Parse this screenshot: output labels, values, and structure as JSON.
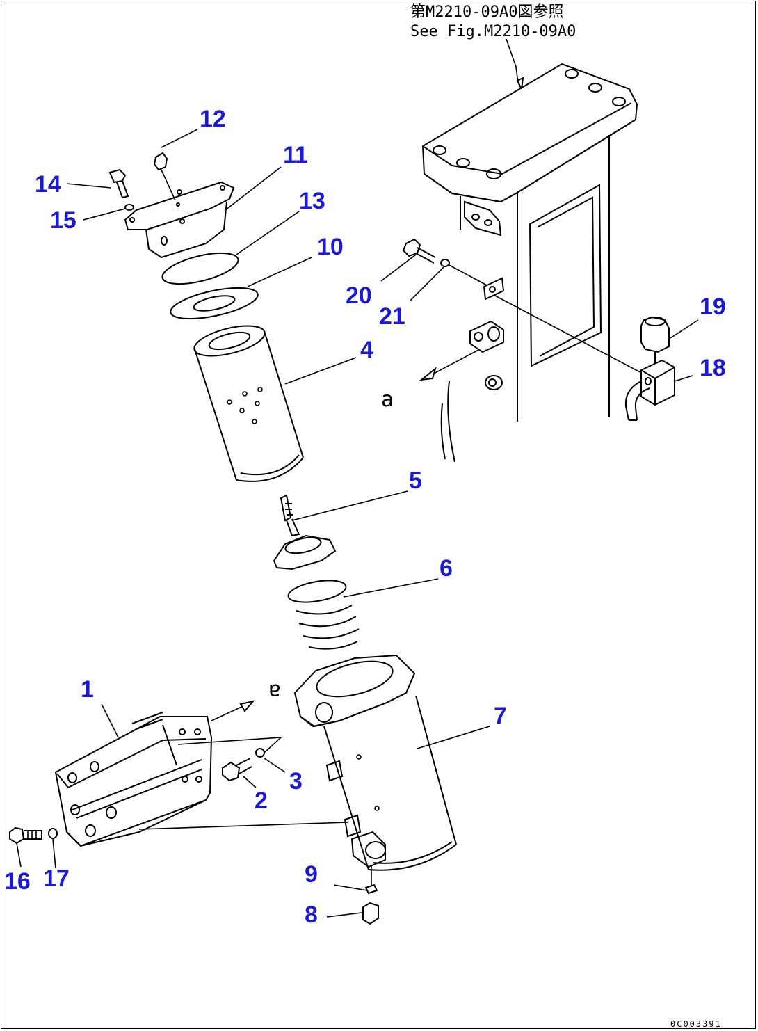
{
  "reference": {
    "line_jp": "第M2210-09A0図参照",
    "line_en": "See Fig.M2210-09A0"
  },
  "view_marker_top": "a",
  "view_marker_bottom": "a",
  "drawing_code": "0C003391",
  "callouts": [
    {
      "id": "1",
      "label": "1"
    },
    {
      "id": "2",
      "label": "2"
    },
    {
      "id": "3",
      "label": "3"
    },
    {
      "id": "4",
      "label": "4"
    },
    {
      "id": "5",
      "label": "5"
    },
    {
      "id": "6",
      "label": "6"
    },
    {
      "id": "7",
      "label": "7"
    },
    {
      "id": "8",
      "label": "8"
    },
    {
      "id": "9",
      "label": "9"
    },
    {
      "id": "10",
      "label": "10"
    },
    {
      "id": "11",
      "label": "11"
    },
    {
      "id": "12",
      "label": "12"
    },
    {
      "id": "13",
      "label": "13"
    },
    {
      "id": "14",
      "label": "14"
    },
    {
      "id": "15",
      "label": "15"
    },
    {
      "id": "16",
      "label": "16"
    },
    {
      "id": "17",
      "label": "17"
    },
    {
      "id": "18",
      "label": "18"
    },
    {
      "id": "19",
      "label": "19"
    },
    {
      "id": "20",
      "label": "20"
    },
    {
      "id": "21",
      "label": "21"
    }
  ],
  "colors": {
    "callout": "#1a1ad6",
    "line": "#000000",
    "background": "#ffffff"
  }
}
